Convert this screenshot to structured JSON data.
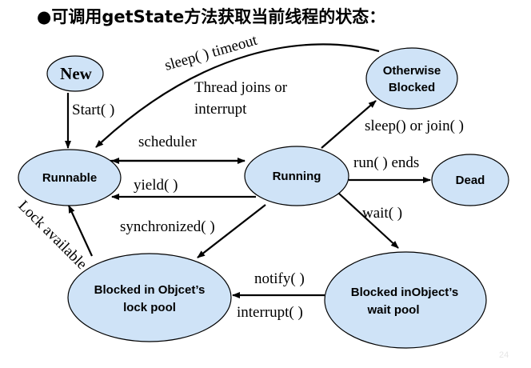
{
  "heading": "●可调用getState方法获取当前线程的状态：",
  "nodes": {
    "new": "New",
    "runnable": "Runnable",
    "running": "Running",
    "otherwise_blocked": [
      "Otherwise",
      "Blocked"
    ],
    "dead": "Dead",
    "lock_pool": [
      "Blocked in Objcet’s",
      "lock pool"
    ],
    "wait_pool": [
      "Blocked inObject’s",
      "wait  pool"
    ]
  },
  "transitions": {
    "start": "Start( )",
    "sleep_timeout": "sleep( ) timeout",
    "thread_joins": [
      "Thread joins or",
      "interrupt"
    ],
    "scheduler": "scheduler",
    "yield": "yield( )",
    "sleep_or_join": "sleep() or join( )",
    "run_ends": "run( ) ends",
    "wait": "wait( )",
    "synchronized": "synchronized( )",
    "lock_available": "Lock available",
    "notify": "notify( )",
    "interrupt": "interrupt( )"
  },
  "page_number": "24"
}
